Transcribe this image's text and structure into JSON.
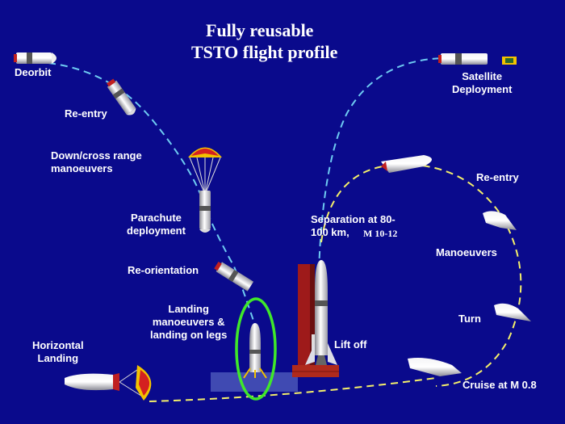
{
  "title": {
    "line1": "Fully reusable",
    "line2": "TSTO flight profile"
  },
  "labels": {
    "deorbit": "Deorbit",
    "reentry_left": "Re-entry",
    "down_cross": "Down/cross range\nmanoeuvers",
    "parachute": "Parachute\ndeployment",
    "reorientation": "Re-orientation",
    "landing_legs": "Landing\nmanoeuvers &\nlanding on legs",
    "horizontal_landing": "Horizontal\nLanding",
    "satellite": "Satellite\nDeployment",
    "reentry_right": "Re-entry",
    "separation": "Separation at 80-\n100 km,",
    "mach_range": "M 10-12",
    "manoeuvres": "Manoeuvers",
    "turn": "Turn",
    "lift_off": "Lift off",
    "cruise": "Cruise at M 0.8"
  },
  "colors": {
    "background": "#0a0a8c",
    "booster_path": "#6ecbf2",
    "orbiter_path": "#f5f06a",
    "landing_highlight": "#3fe82a",
    "launch_tower": "#9e1a1a",
    "text": "#ffffff"
  }
}
